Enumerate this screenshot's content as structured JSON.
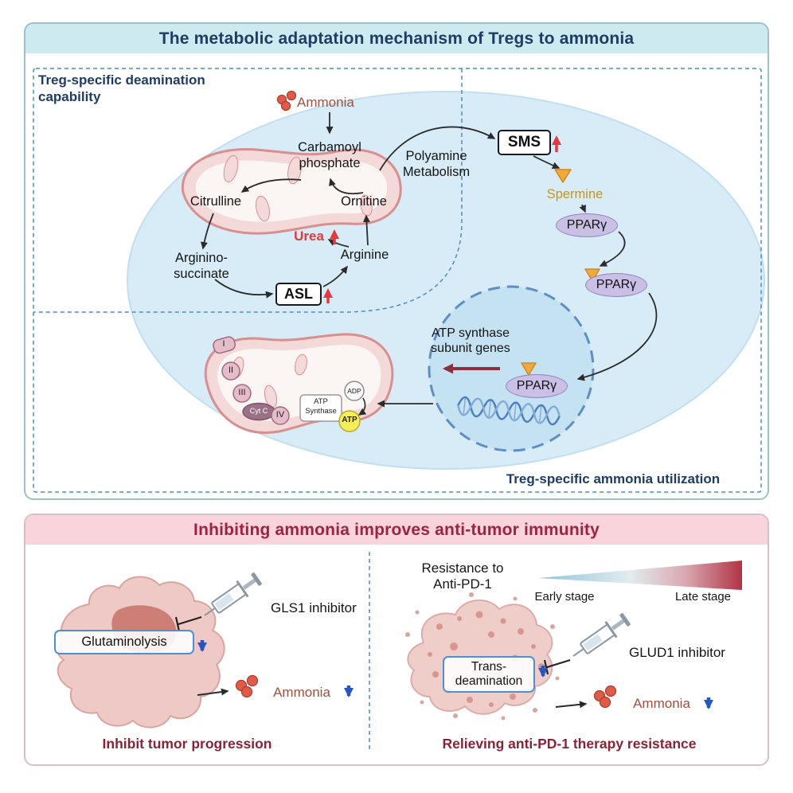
{
  "top": {
    "title": "The metabolic adaptation mechanism of Tregs to ammonia",
    "region_deamination": "Treg-specific deamination capability",
    "region_utilization": "Treg-specific ammonia utilization",
    "ammonia": "Ammonia",
    "carbamoyl_phosphate": "Carbamoyl phosphate",
    "citrulline": "Citrulline",
    "ornitine": "Ornitine",
    "urea": "Urea",
    "argininosuccinate": "Arginino-succinate",
    "arginine": "Arginine",
    "asl": "ASL",
    "polyamine_metabolism": "Polyamine Metabolism",
    "sms": "SMS",
    "spermine": "Spermine",
    "ppary": "PPARγ",
    "atp_synthase_genes": "ATP synthase subunit genes",
    "etc": {
      "complex1": "I",
      "complex2": "II",
      "complex3": "III",
      "complex4": "IV",
      "cyt_c": "Cyt C",
      "atp_synthase": "ATP Synthase",
      "adp": "ADP",
      "atp": "ATP"
    }
  },
  "bottom": {
    "title": "Inhibiting ammonia improves anti-tumor immunity",
    "left": {
      "pathway": "Glutaminolysis",
      "inhibitor": "GLS1 inhibitor",
      "ammonia": "Ammonia",
      "caption": "Inhibit tumor progression"
    },
    "right": {
      "resistance": "Resistance to Anti-PD-1",
      "early_stage": "Early stage",
      "late_stage": "Late stage",
      "pathway": "Trans-deamination",
      "inhibitor": "GLUD1 inhibitor",
      "ammonia": "Ammonia",
      "caption": "Relieving anti-PD-1 therapy resistance"
    }
  },
  "colors": {
    "panel_border": "#9fc0c8",
    "panel_border_bottom": "#d9bfc8",
    "top_header_bg": "#cdeaf0",
    "navy": "#1e3c64",
    "cell_fill": "#d7ecf6",
    "dashed_blue": "#4a8ec2",
    "mito_fill": "#f4d9d9",
    "mito_stroke": "#d98f8f",
    "red": "#e8373f",
    "brown_ammonia": "#a0503c",
    "gold": "#c8941c",
    "orange_triangle": "#f2a93b",
    "orange_triangle_stroke": "#cf8a1e",
    "purple_fill": "#cabfe5",
    "purple_stroke": "#9184c0",
    "nucleus_fill": "#c4e2f1",
    "nucleus_stroke": "#5d8fc7",
    "dna_blue": "#4a7fc1",
    "dark_red_arrow": "#8e2f3c",
    "bottom_header_bg": "#f9d4dd",
    "bottom_header_text": "#a02240",
    "caption_red": "#8d2136",
    "tumor_fill": "#eec9c5",
    "tumor_stroke": "#dba49e",
    "tumor_core": "#cd7f76",
    "blue_box": "#4a90d9",
    "blue_arrow": "#2456c4",
    "dot_fill": "#e05a48",
    "dot_stroke": "#b03a2c",
    "grad_start": "#8fc3da",
    "grad_end": "#b23347"
  }
}
